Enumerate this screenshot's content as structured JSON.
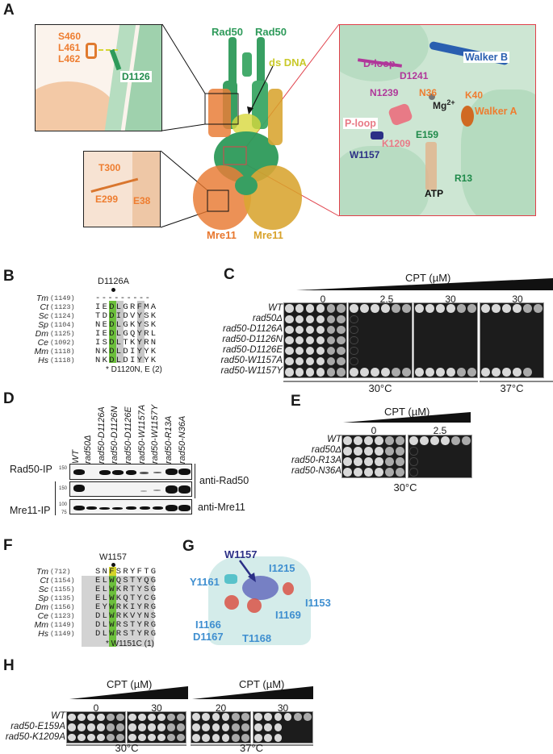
{
  "panels": {
    "A": {
      "letter": "A",
      "labels": {
        "rad50_left": "Rad50",
        "rad50_right": "Rad50",
        "ds_dna": "ds DNA",
        "mre11_left": "Mre11",
        "mre11_right": "Mre11",
        "inset1_residues": [
          "S460",
          "L461",
          "L462"
        ],
        "inset1_d1126": "D1126",
        "inset2_t300": "T300",
        "inset2_e299": "E299",
        "inset2_e38": "E38",
        "zoom_dloop": "D-loop",
        "zoom_d1241": "D1241",
        "zoom_n1239": "N1239",
        "zoom_n36": "N36",
        "zoom_k40": "K40",
        "zoom_mg": "Mg",
        "zoom_mg_sup": "2+",
        "zoom_walkerB": "Walker B",
        "zoom_walkerA": "Walker A",
        "zoom_ploop": "P-loop",
        "zoom_e159": "E159",
        "zoom_k1209": "K1209",
        "zoom_w1157": "W1157",
        "zoom_r13": "R13",
        "zoom_atp": "ATP"
      },
      "colors": {
        "rad50": "#2e9a5a",
        "dna": "#c9c92a",
        "mre11a": "#e8772e",
        "mre11b": "#d8a22a",
        "dloop": "#b0379a",
        "walkerB": "#2a5fb0",
        "ploop": "#e87a86",
        "w1157": "#2b2f86",
        "zoom_border": "#e0404a"
      }
    },
    "B": {
      "letter": "B",
      "mutation_label": "D1126A",
      "rows": [
        {
          "species": "Tm",
          "pos": "(1149)",
          "seq": "---------"
        },
        {
          "species": "Ct",
          "pos": "(1123)",
          "seq": "IEDLGRFMA"
        },
        {
          "species": "Sc",
          "pos": "(1124)",
          "seq": "TDDIDVYSK"
        },
        {
          "species": "Sp",
          "pos": "(1104)",
          "seq": "NEDLGKYSK"
        },
        {
          "species": "Dm",
          "pos": "(1125)",
          "seq": "IEDLGQYRL"
        },
        {
          "species": "Ce",
          "pos": "(1092)",
          "seq": "ISDLTKYRN"
        },
        {
          "species": "Mm",
          "pos": "(1118)",
          "seq": "NKDLDIYYK"
        },
        {
          "species": "Hs",
          "pos": "(1118)",
          "seq": "NKDLDIYYK"
        }
      ],
      "footnote": "* D1120N, E (2)"
    },
    "C": {
      "letter": "C",
      "title": "CPT (µM)",
      "concentrations": [
        "0",
        "2.5",
        "30",
        "30"
      ],
      "strains": [
        "WT",
        "rad50Δ",
        "rad50-D1126A",
        "rad50-D1126N",
        "rad50-D1126E",
        "rad50-W1157A",
        "rad50-W1157Y"
      ],
      "temps": [
        "30°C",
        "37°C"
      ]
    },
    "D": {
      "letter": "D",
      "lanes": [
        "WT",
        "rad50Δ",
        "rad50-D1126A",
        "rad50-D1126N",
        "rad50-D1126E",
        "rad50-W1157A",
        "rad50-W1157Y",
        "rad50-R13A",
        "rad50-N36A"
      ],
      "rad50_ip": "Rad50-IP",
      "mre11_ip": "Mre11-IP",
      "anti_rad50": "anti-Rad50",
      "anti_mre11": "anti-Mre11",
      "mw": {
        "m150a": "150",
        "m150b": "150",
        "m100": "100",
        "m75": "75"
      }
    },
    "E": {
      "letter": "E",
      "title": "CPT (µM)",
      "concentrations": [
        "0",
        "2.5"
      ],
      "strains": [
        "WT",
        "rad50Δ",
        "rad50-R13A",
        "rad50-N36A"
      ],
      "temp": "30°C"
    },
    "F": {
      "letter": "F",
      "mutation_label": "W1157",
      "rows": [
        {
          "species": "Tm",
          "pos": "(712)",
          "seq": "SNFSRYFTG"
        },
        {
          "species": "Ct",
          "pos": "(1154)",
          "seq": "ELWQSTYQG"
        },
        {
          "species": "Sc",
          "pos": "(1155)",
          "seq": "ELWKRTYSG"
        },
        {
          "species": "Sp",
          "pos": "(1135)",
          "seq": "ELWKQTYCG"
        },
        {
          "species": "Dm",
          "pos": "(1156)",
          "seq": "EYWRKIYRG"
        },
        {
          "species": "Ce",
          "pos": "(1123)",
          "seq": "DLWRKVYNS"
        },
        {
          "species": "Mm",
          "pos": "(1149)",
          "seq": "DLWRSTYRG"
        },
        {
          "species": "Hs",
          "pos": "(1149)",
          "seq": "DLWRSTYRG"
        }
      ],
      "footnote": "* W1151C (1)"
    },
    "G": {
      "letter": "G",
      "labels": {
        "w1157": "W1157",
        "i1215": "I1215",
        "y1161": "Y1161",
        "i1153": "I1153",
        "i1169": "I1169",
        "i1166": "I1166",
        "d1167": "D1167",
        "t1168": "T1168"
      }
    },
    "H": {
      "letter": "H",
      "title_left": "CPT (µM)",
      "title_right": "CPT (µM)",
      "concentrations": [
        "0",
        "30",
        "20",
        "30"
      ],
      "strains": [
        "WT",
        "rad50-E159A",
        "rad50-K1209A"
      ],
      "temps": [
        "30°C",
        "37°C"
      ]
    }
  }
}
